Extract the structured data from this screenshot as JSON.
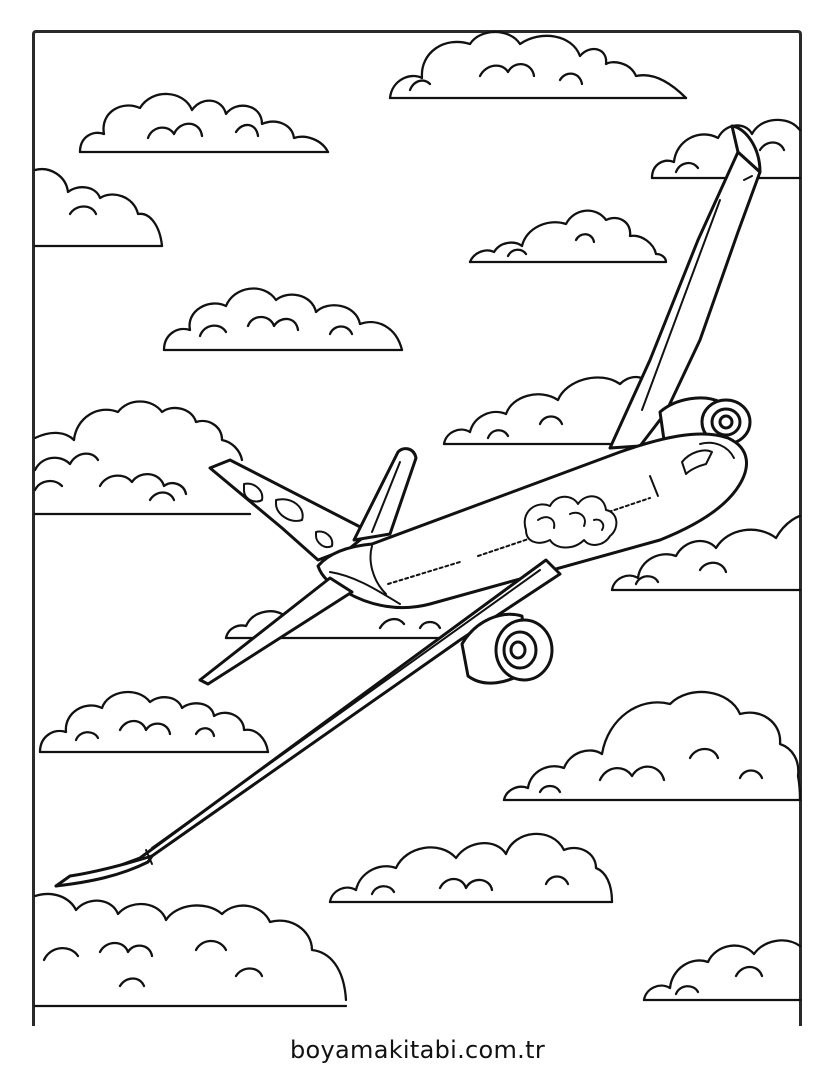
{
  "page": {
    "footer_text": "boyamakitabi.com.tr"
  },
  "illustration": {
    "subject": "airliner",
    "style": "line-art coloring page",
    "stroke_color": "#111111",
    "background_color": "#ffffff"
  }
}
